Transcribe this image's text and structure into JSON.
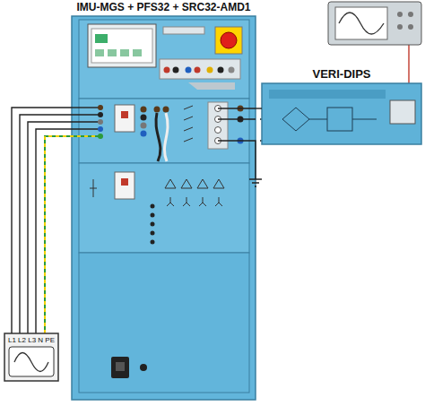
{
  "diagram": {
    "nodes": [
      {
        "text": [
          "IMU-MGS + PFS32 + SRC32-AMD1"
        ]
      },
      {
        "text": [
          "VERI-DIPS"
        ]
      },
      {
        "text": [
          "L1 L2 L3 N PE"
        ]
      }
    ],
    "edges": [
      {
        "from": 2,
        "to": 0,
        "arrow": "none"
      },
      {
        "from": 0,
        "to": 1,
        "arrow": "none"
      }
    ]
  }
}
